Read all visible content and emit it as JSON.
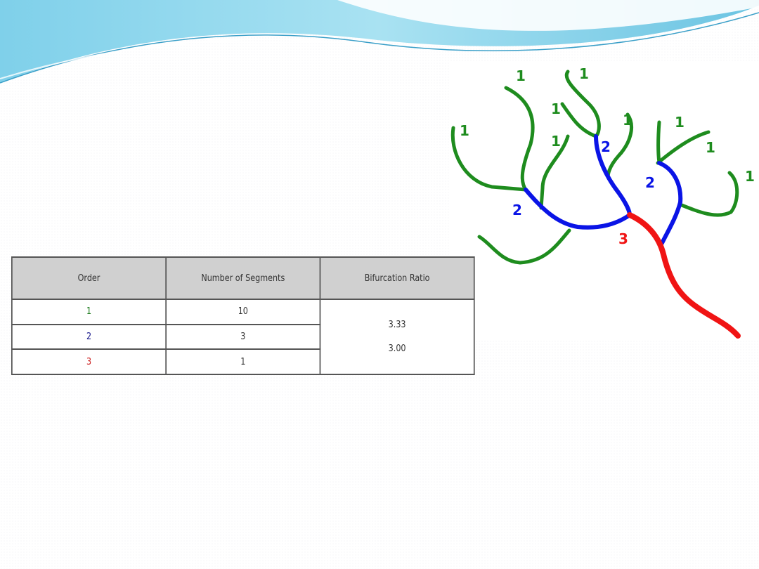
{
  "table": {
    "headers": [
      "Order",
      "Number of Segments",
      "Bifurcation Ratio"
    ],
    "rows": [
      {
        "order": "1",
        "segments": "10",
        "order_color": "#1a7a1a"
      },
      {
        "order": "2",
        "segments": "3",
        "order_color": "#1a1a8c"
      },
      {
        "order": "3",
        "segments": "1",
        "order_color": "#cc2222"
      }
    ],
    "ratios": [
      "3.33",
      "3.00"
    ]
  },
  "diagram": {
    "labels": {
      "order1": "1",
      "order2": "2",
      "order3": "3"
    },
    "colors": {
      "order1": "#1e8c1e",
      "order2": "#0a14e6",
      "order3": "#f01414"
    }
  },
  "colors": {
    "wave_light": "#bfe6f2",
    "wave_dark": "#4fb6d8"
  }
}
